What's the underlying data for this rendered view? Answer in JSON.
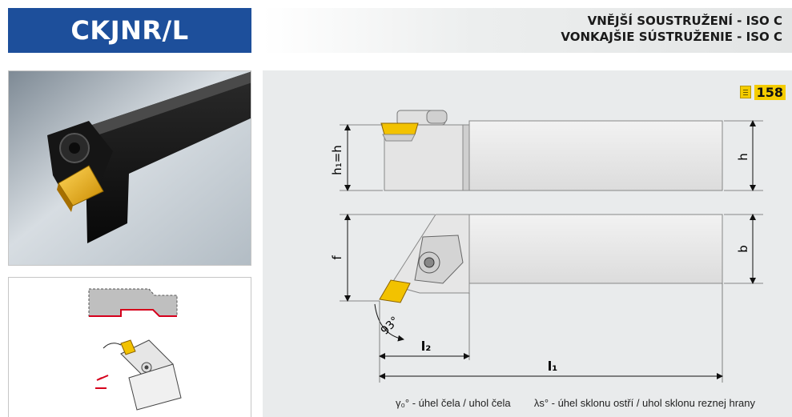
{
  "header": {
    "code": "CKJNR/L",
    "subtitle_cz": "VNĚJŠÍ SOUSTRUŽENÍ - ISO C",
    "subtitle_sk": "VONKAJŠIE SÚSTRUŽENIE - ISO C"
  },
  "page_ref": {
    "number": "158",
    "icon": "document-icon",
    "color": "#f4cc00"
  },
  "dimensions": {
    "h1_h": "h₁=h",
    "h": "h",
    "f": "f",
    "b": "b",
    "l1": "l₁",
    "l2": "l₂",
    "angle": "93°"
  },
  "legend": {
    "gamma": "γ₀° - úhel čela / uhol čela",
    "lambda": "λs° - úhel sklonu ostří / uhol sklonu reznej hrany"
  },
  "colors": {
    "brand": "#1d4f9b",
    "insert": "#f2c200",
    "panel": "#e9ebec"
  }
}
